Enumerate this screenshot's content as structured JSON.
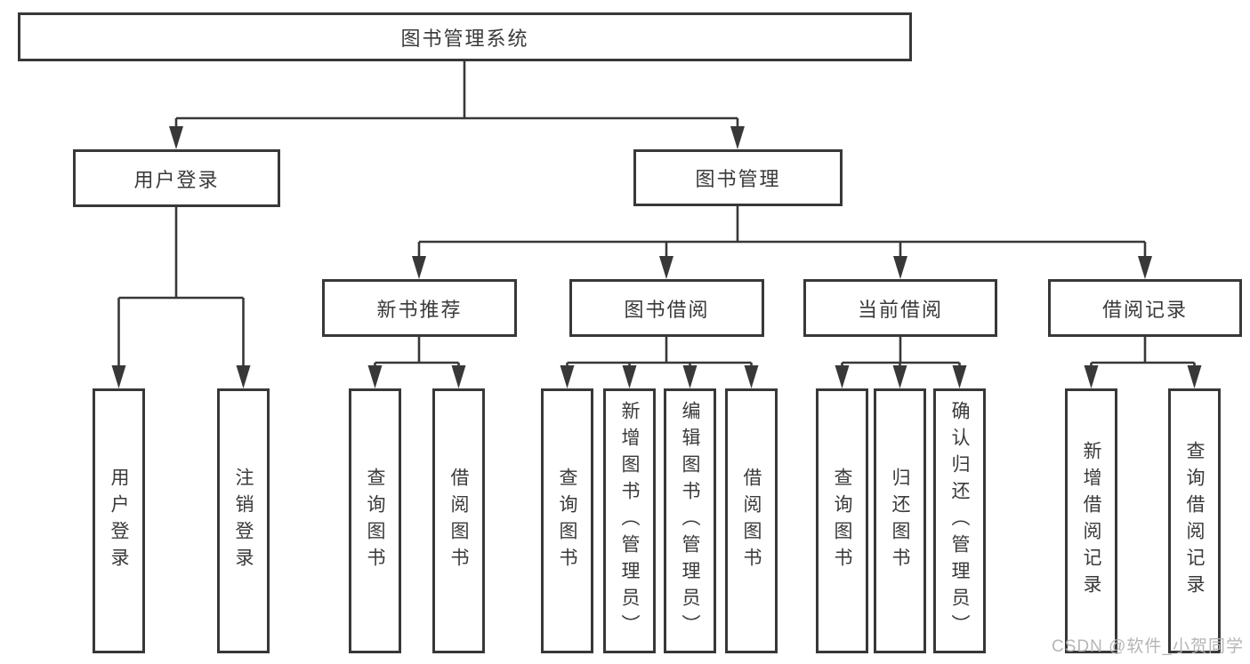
{
  "diagram_type": "tree-structure-chart",
  "colors": {
    "line": "#383838",
    "box_border": "#383838",
    "box_fill": "#ffffff",
    "text": "#3a3a3a",
    "background": "#ffffff",
    "watermark": "#b2b2b2"
  },
  "tree": {
    "label": "图书管理系统",
    "children": [
      {
        "label": "用户登录",
        "children": [
          {
            "label": "用户登录"
          },
          {
            "label": "注销登录"
          }
        ]
      },
      {
        "label": "图书管理",
        "children": [
          {
            "label": "新书推荐",
            "children": [
              {
                "label": "查询图书"
              },
              {
                "label": "借阅图书"
              }
            ]
          },
          {
            "label": "图书借阅",
            "children": [
              {
                "label": "查询图书"
              },
              {
                "label": "新增图书（管理员）"
              },
              {
                "label": "编辑图书（管理员）"
              },
              {
                "label": "借阅图书"
              }
            ]
          },
          {
            "label": "当前借阅",
            "children": [
              {
                "label": "查询图书"
              },
              {
                "label": "归还图书"
              },
              {
                "label": "确认归还（管理员）"
              }
            ]
          },
          {
            "label": "借阅记录",
            "children": [
              {
                "label": "新增借阅记录"
              },
              {
                "label": "查询借阅记录"
              }
            ]
          }
        ]
      }
    ]
  },
  "watermark": {
    "text": "CSDN @软件_小贺同学"
  }
}
